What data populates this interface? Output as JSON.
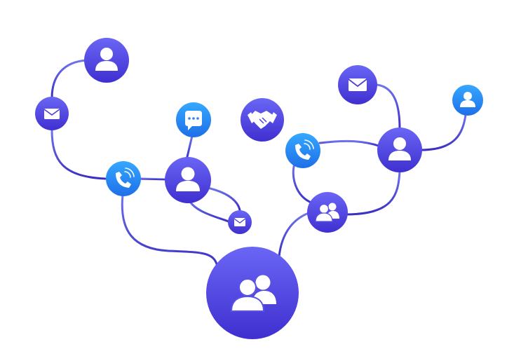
{
  "diagram": {
    "title": "",
    "colors": {
      "background": "#ffffff",
      "edge_light": "#6f74ee",
      "edge_dark": "#3a2fc2",
      "node_purple_top": "#6a66f5",
      "node_purple_bottom": "#3f2fd0",
      "node_blue_top": "#35a8ff",
      "node_blue_bottom": "#1e6fe8",
      "icon": "#ffffff"
    },
    "nodes": [
      {
        "id": "user-top-left",
        "icon": "user-icon",
        "style": "purple"
      },
      {
        "id": "mail-left",
        "icon": "mail-icon",
        "style": "purple"
      },
      {
        "id": "phone-left",
        "icon": "phone-icon",
        "style": "blue"
      },
      {
        "id": "user-center-left",
        "icon": "user-icon",
        "style": "purple"
      },
      {
        "id": "chat",
        "icon": "chat-icon",
        "style": "blue"
      },
      {
        "id": "mail-small",
        "icon": "mail-icon",
        "style": "purple"
      },
      {
        "id": "handshake",
        "icon": "handshake-icon",
        "style": "purple"
      },
      {
        "id": "group-main",
        "icon": "group-icon",
        "style": "purple"
      },
      {
        "id": "phone-right",
        "icon": "phone-icon",
        "style": "blue"
      },
      {
        "id": "group-right",
        "icon": "group-icon",
        "style": "purple"
      },
      {
        "id": "user-right",
        "icon": "user-icon",
        "style": "purple"
      },
      {
        "id": "mail-right",
        "icon": "mail-icon",
        "style": "purple"
      },
      {
        "id": "user-far-right",
        "icon": "user-icon",
        "style": "blue"
      }
    ],
    "edges": [
      {
        "from": "user-top-left",
        "to": "mail-left"
      },
      {
        "from": "mail-left",
        "to": "phone-left"
      },
      {
        "from": "phone-left",
        "to": "user-center-left"
      },
      {
        "from": "user-center-left",
        "to": "chat"
      },
      {
        "from": "user-center-left",
        "to": "mail-small"
      },
      {
        "from": "user-center-left",
        "to": "group-main"
      },
      {
        "from": "mail-small",
        "to": "group-main"
      },
      {
        "from": "phone-left",
        "to": "group-main"
      },
      {
        "from": "handshake",
        "to": "group-main"
      },
      {
        "from": "group-main",
        "to": "group-right"
      },
      {
        "from": "group-right",
        "to": "phone-right"
      },
      {
        "from": "group-right",
        "to": "user-right"
      },
      {
        "from": "phone-right",
        "to": "user-right"
      },
      {
        "from": "user-right",
        "to": "mail-right"
      },
      {
        "from": "user-right",
        "to": "user-far-right"
      }
    ]
  }
}
